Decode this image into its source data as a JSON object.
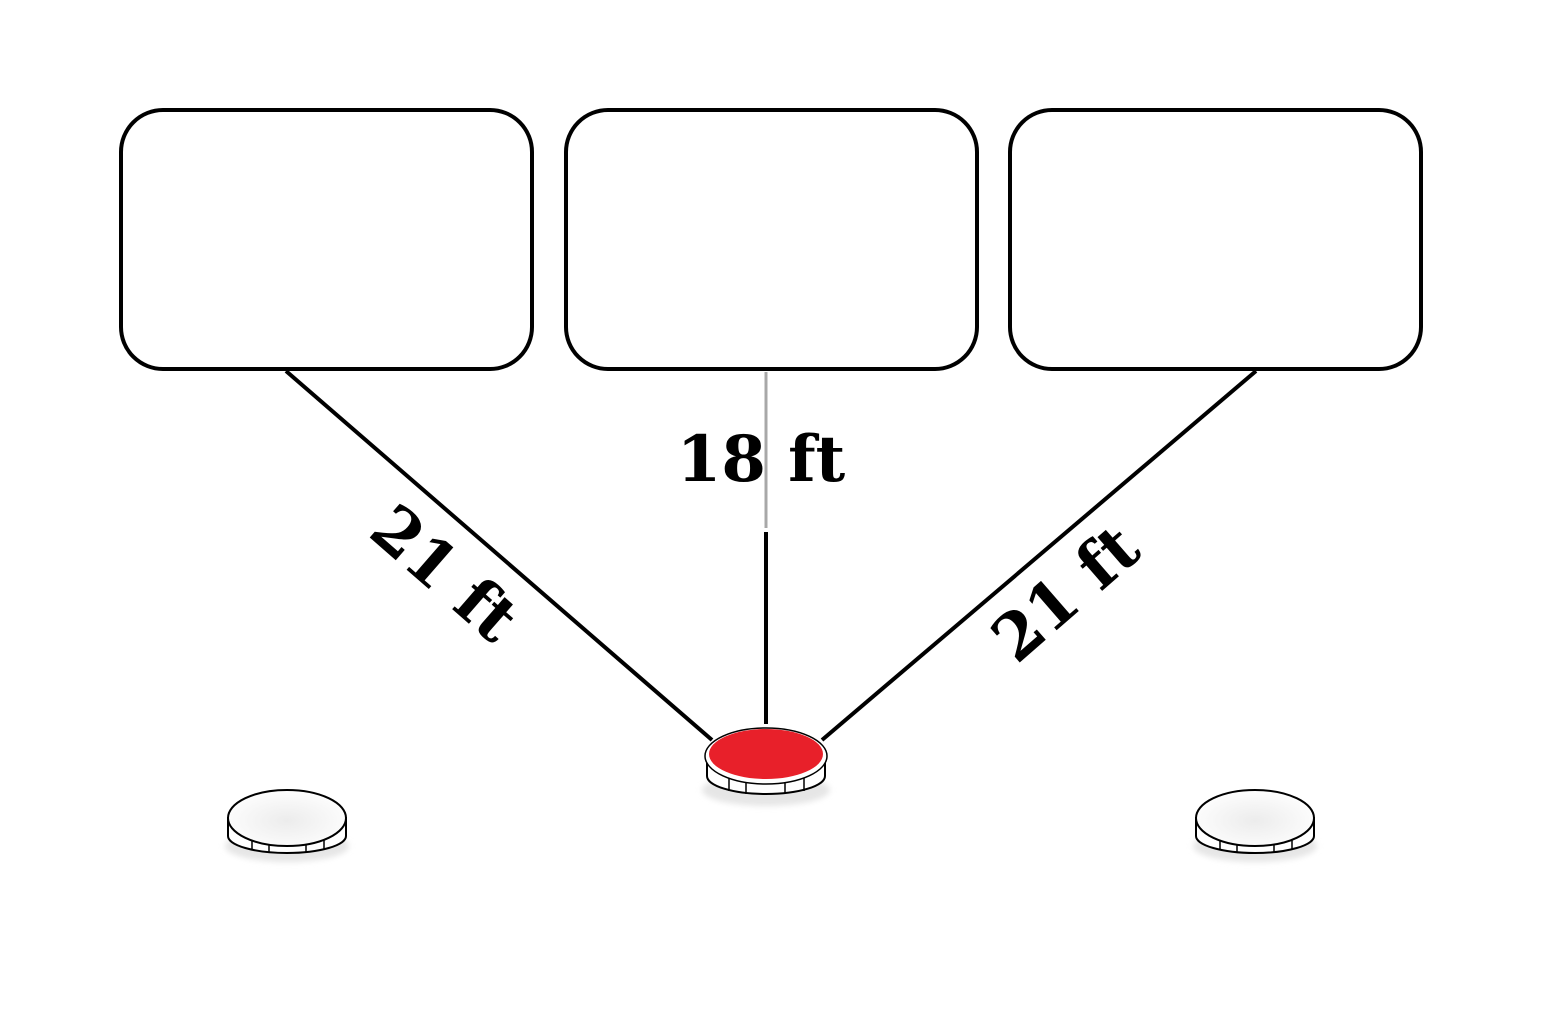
{
  "diagram": {
    "colors": {
      "line": "#000000",
      "center_line_top": "#a8a8a8",
      "active_marker": "#e8202a",
      "marker_shadow": "#e6e6e6",
      "box_fill": "#ffffff"
    },
    "boxes": [
      {
        "id": "left"
      },
      {
        "id": "center"
      },
      {
        "id": "right"
      }
    ],
    "distances": {
      "left": "21 ft",
      "center": "18 ft",
      "right": "21 ft"
    },
    "markers": [
      {
        "id": "left",
        "active": false
      },
      {
        "id": "center",
        "active": true
      },
      {
        "id": "right",
        "active": false
      }
    ]
  }
}
